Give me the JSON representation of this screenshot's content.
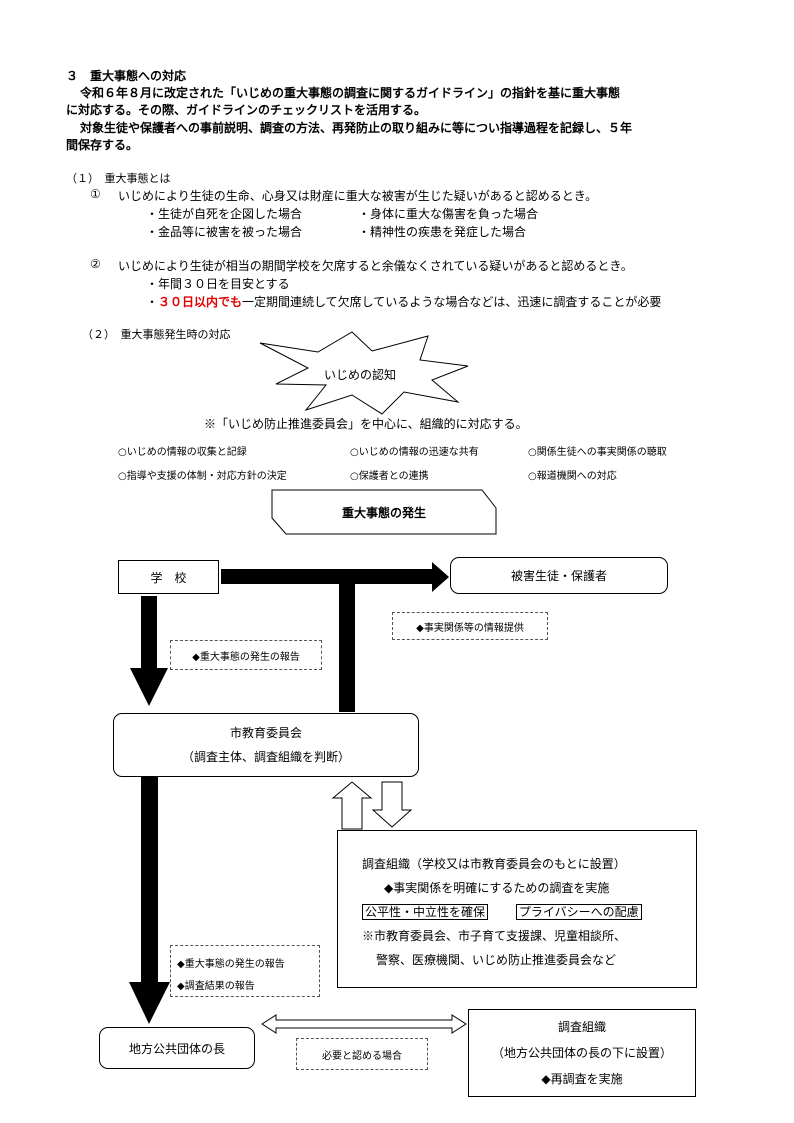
{
  "section": {
    "heading": "３　重大事態への対応",
    "para1_line1": "令和６年８月に改定された「いじめの重大事態の調査に関するガイドライン」の指針を基に重大事態",
    "para1_line2": "に対応する。その際、ガイドラインのチェックリストを活用する。",
    "para2_line1": "対象生徒や保護者への事前説明、調査の方法、再発防止の取り組みに等につい指導過程を記録し、５年",
    "para2_line2": "間保存する。"
  },
  "part1": {
    "heading": "（１）　重大事態とは",
    "item1": {
      "marker": "①",
      "text": "いじめにより生徒の生命、心身又は財産に重大な被害が生じた疑いがあると認めるとき。",
      "bullets": [
        "・生徒が自死を企図した場合",
        "・身体に重大な傷害を負った場合",
        "・金品等に被害を被った場合",
        "・精神性の疾患を発症した場合"
      ]
    },
    "item2": {
      "marker": "②",
      "text": "いじめにより生徒が相当の期間学校を欠席すると余儀なくされている疑いがあると認めるとき。",
      "bullet1": "・年間３０日を目安とする",
      "bullet2_prefix": "・",
      "bullet2_red": "３０日以内でも",
      "bullet2_rest": "一定期間連続して欠席しているような場合などは、迅速に調査することが必要"
    }
  },
  "part2": {
    "heading": "（２）　重大事態発生時の対応",
    "starburst_label": "いじめの認知",
    "note": "※「いじめ防止推進委員会」を中心に、組織的に対応する。",
    "actions": [
      "○いじめの情報の収集と記録",
      "○いじめの情報の迅速な共有",
      "○関係生徒への事実関係の聴取",
      "○指導や支援の体制・対応方針の決定",
      "○保護者との連携",
      "○報道機関への対応"
    ]
  },
  "flow": {
    "occurrence": "重大事態の発生",
    "school": "学　校",
    "victim": "被害生徒・保護者",
    "info_provision": "◆事実関係等の情報提供",
    "report_occurrence": "◆重大事態の発生の報告",
    "board_line1": "市教育委員会",
    "board_line2": "（調査主体、調査組織を判断）",
    "investigation": {
      "line1": "調査組織（学校又は市教育委員会のもとに設置）",
      "line2": "◆事実関係を明確にするための調査を実施",
      "tag1": "公平性・中立性を確保",
      "tag2": "プライバシーへの配慮",
      "line4": "※市教育委員会、市子育て支援課、児童相談所、",
      "line5": "警察、医療機関、いじめ防止推進委員会など"
    },
    "report2_line1": "◆重大事態の発生の報告",
    "report2_line2": "◆調査結果の報告",
    "head": "地方公共団体の長",
    "when_needed": "必要と認める場合",
    "reinvestigation": {
      "line1": "調査組織",
      "line2": "（地方公共団体の長の下に設置）",
      "line3": "◆再調査を実施"
    }
  }
}
